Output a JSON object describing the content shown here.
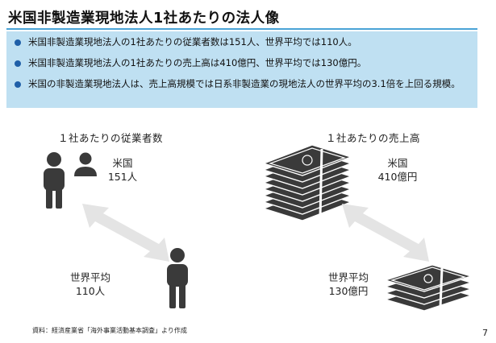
{
  "title": "米国非製造業現地法人1社あたりの法人像",
  "summary": [
    {
      "text": "米国非製造業現地法人の1社あたりの従業者数は151人、世界平均では110人。"
    },
    {
      "text": "米国非製造業現地法人の1社あたりの売上高は410億円、世界平均では130億円。"
    },
    {
      "text": "米国の非製造業現地法人は、売上高規模では日系非製造業の現地法人の世界平均の3.1倍を上回る規模。"
    }
  ],
  "employees": {
    "heading": "１社あたりの従業者数",
    "us": {
      "label": "米国",
      "value": "151人"
    },
    "world": {
      "label": "世界平均",
      "value": "110人"
    }
  },
  "sales": {
    "heading": "１社あたりの売上高",
    "us": {
      "label": "米国",
      "value": "410億円"
    },
    "world": {
      "label": "世界平均",
      "value": "130億円"
    }
  },
  "source": "資料：経済産業省「海外事業活動基本調査」より作成",
  "page_number": "7",
  "colors": {
    "title_rule": "#4aa3d6",
    "summary_bg": "#bfe0f2",
    "bullet": "#1f5fa8",
    "icon": "#3a3a3a",
    "arrow": "#e4e4e4"
  }
}
